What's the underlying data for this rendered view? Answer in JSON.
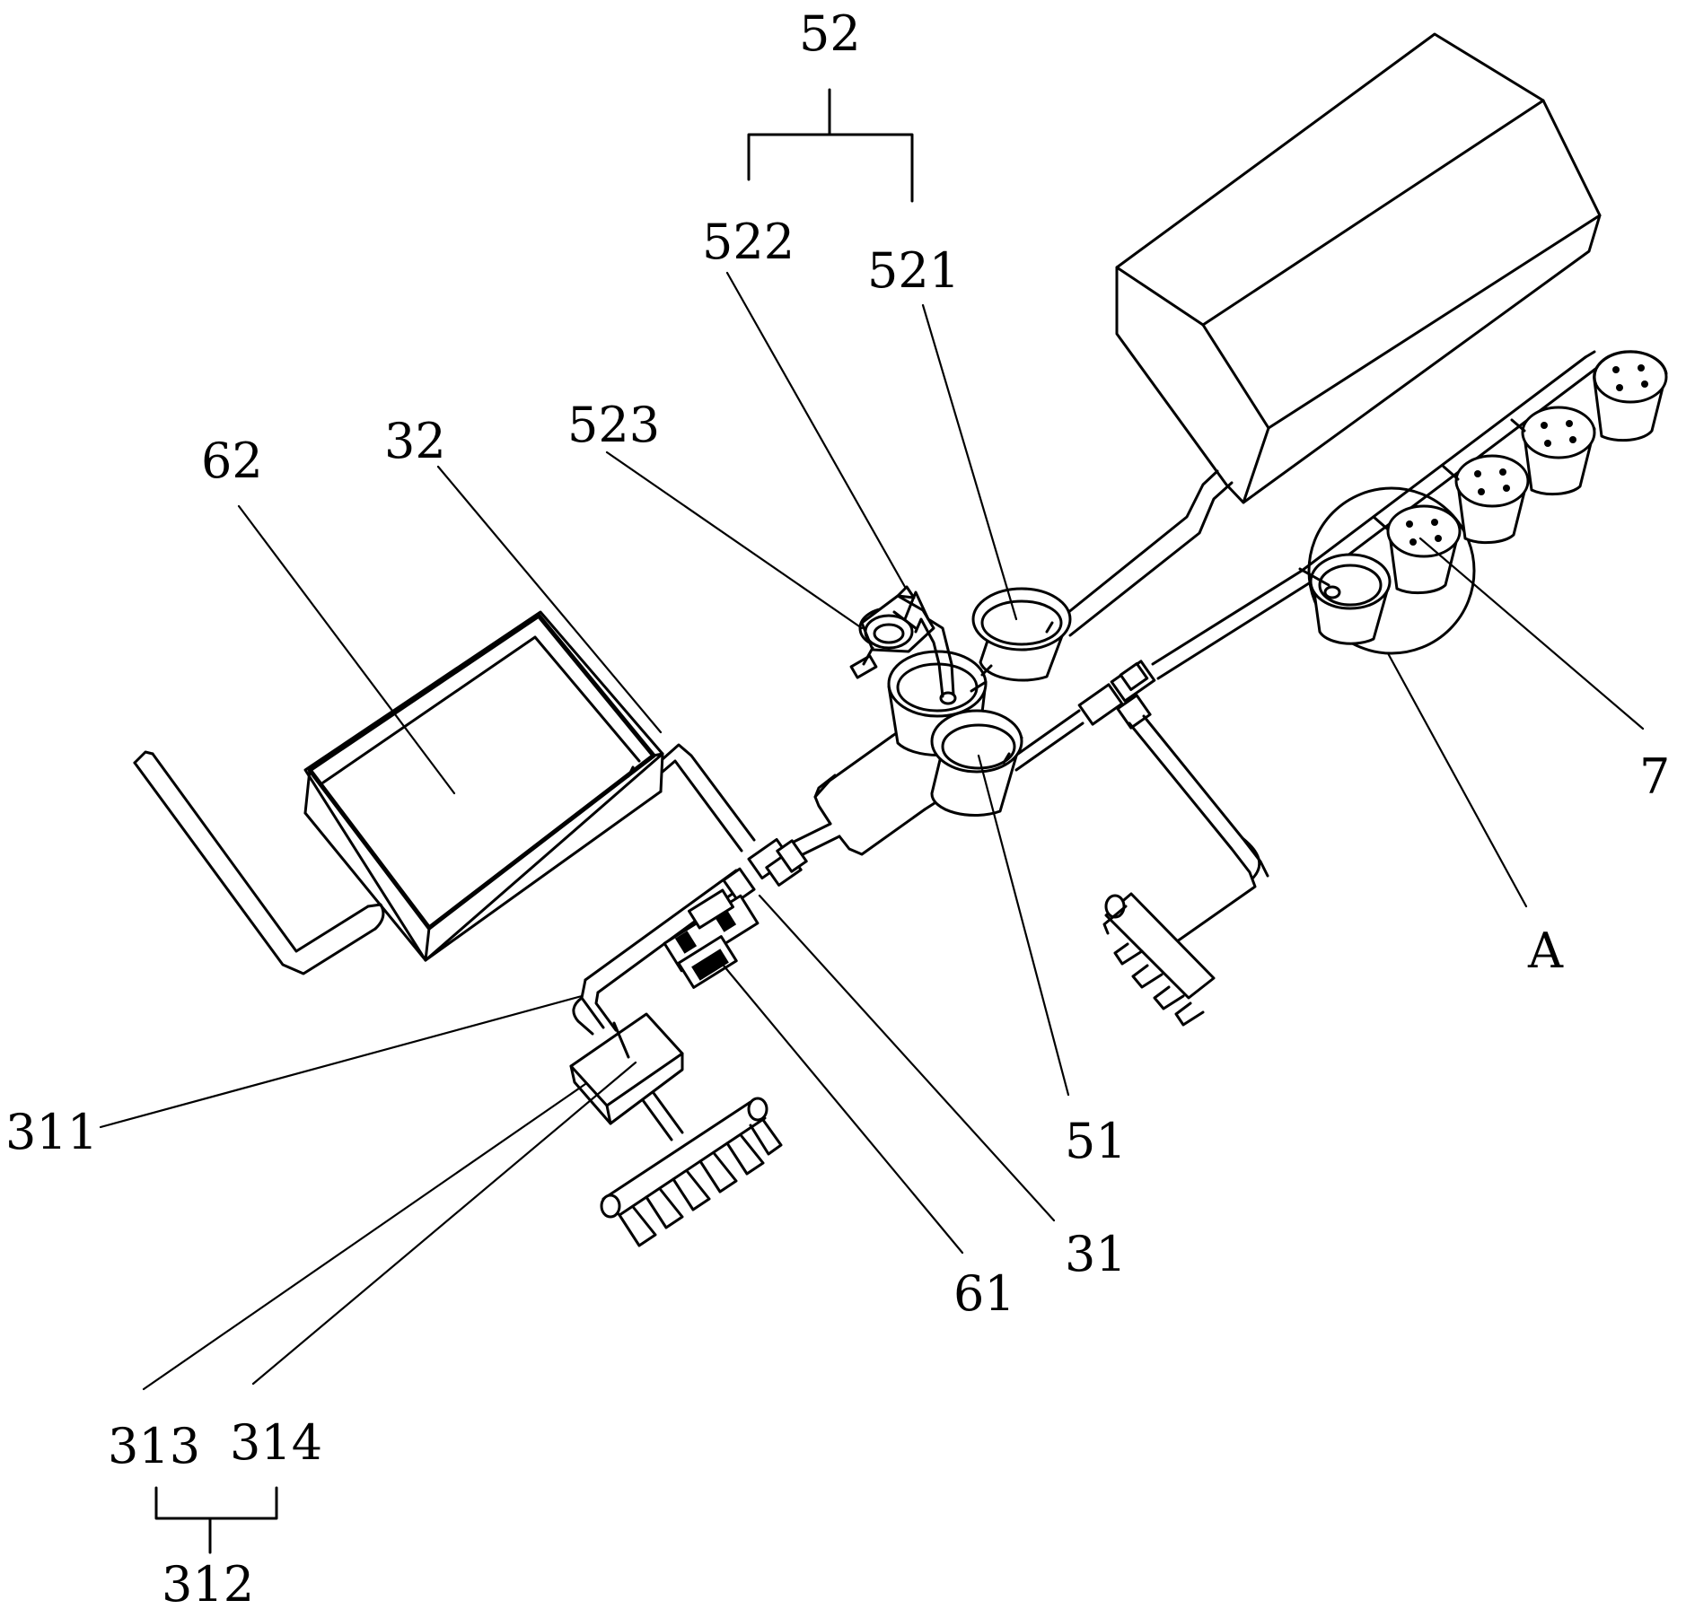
{
  "labels": {
    "l52": "52",
    "l522": "522",
    "l521": "521",
    "l523": "523",
    "l62": "62",
    "l32": "32",
    "l7": "7",
    "lA": "A",
    "l311": "311",
    "l51": "51",
    "l61": "61",
    "l31": "31",
    "l313": "313",
    "l314": "314",
    "l312": "312"
  }
}
